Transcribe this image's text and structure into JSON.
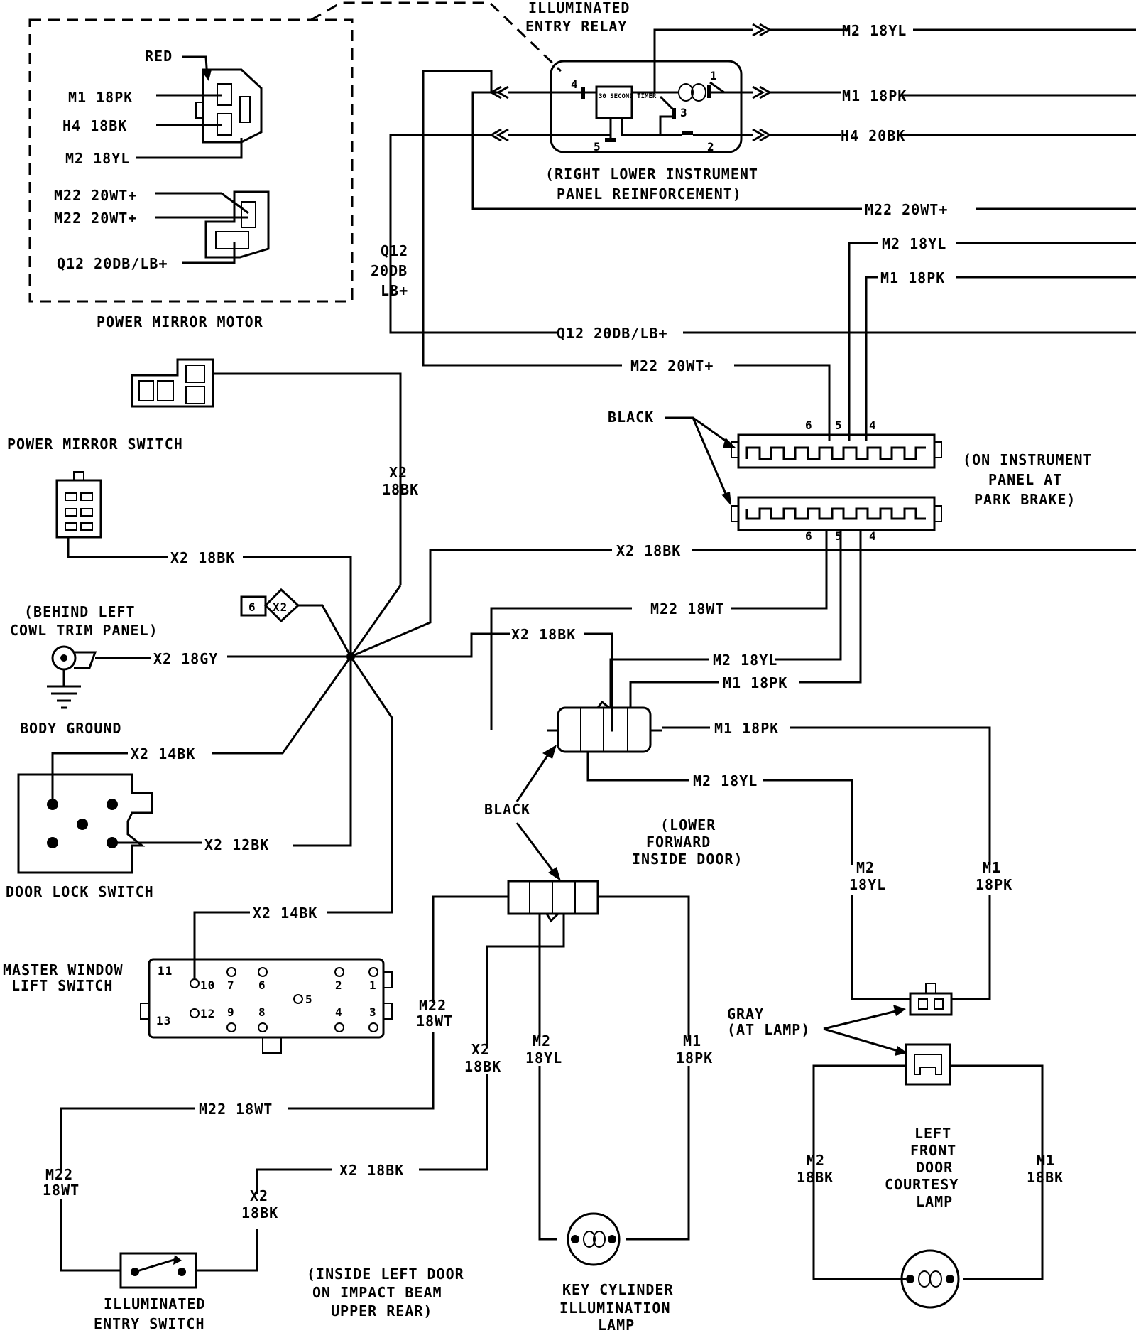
{
  "title": "",
  "components": {
    "entry_relay": "ILLUMINATED ENTRY RELAY",
    "relay_location": "(RIGHT LOWER INSTRUMENT PANEL REINFORCEMENT)",
    "timer": "30 SECOND TIMER",
    "mirror_motor": "POWER MIRROR MOTOR",
    "mirror_switch": "POWER MIRROR SWITCH",
    "ground_location": "(BEHIND LEFT COWL TRIM PANEL)",
    "body_ground": "BODY GROUND",
    "door_lock_switch": "DOOR LOCK SWITCH",
    "master_window": "MASTER WINDOW LIFT SWITCH",
    "entry_switch": "ILLUMINATED ENTRY SWITCH",
    "entry_switch_location": "(INSIDE LEFT DOOR ON IMPACT BEAM UPPER REAR)",
    "key_lamp": "KEY CYLINDER ILLUMINATION LAMP",
    "courtesy_lamp": "LEFT FRONT DOOR COURTESY LAMP",
    "ip_connector_location": "(ON INSTRUMENT PANEL AT PARK BRAKE)",
    "door_connector_location": "(LOWER FORWARD INSIDE DOOR)",
    "splice_id": "X2",
    "splice_num": "6"
  },
  "colors": {
    "ink": "#000000",
    "paper": "#ffffff"
  },
  "labels": {
    "red": "RED",
    "black1": "BLACK",
    "black2": "BLACK",
    "gray": "GRAY",
    "gray_sub": "(AT LAMP)"
  },
  "wires": {
    "m1_18pk": "M1 18PK",
    "h4_18bk": "H4 18BK",
    "m2_18yl": "M2 18YL",
    "m22_20wt": "M22 20WT+",
    "q12_20db": "Q12 20DB/LB+",
    "h4_20bk": "H4 20BK",
    "x2_18bk": "X2 18BK",
    "x2_18gy": "X2 18GY",
    "x2_14bk": "X2 14BK",
    "x2_12bk": "X2 12BK",
    "m22_18wt": "M22 18WT",
    "m2_18bk": "M2 18BK",
    "m1_18bk": "M1 18BK"
  },
  "pins": {
    "relay": [
      "4",
      "1",
      "3",
      "5",
      "2"
    ],
    "ip_top": [
      "6",
      "5",
      "4"
    ],
    "ip_bottom": [
      "6",
      "5",
      "4"
    ],
    "master": [
      "11",
      "10",
      "7",
      "6",
      "2",
      "1",
      "5",
      "13",
      "12",
      "9",
      "8",
      "4",
      "3"
    ]
  }
}
